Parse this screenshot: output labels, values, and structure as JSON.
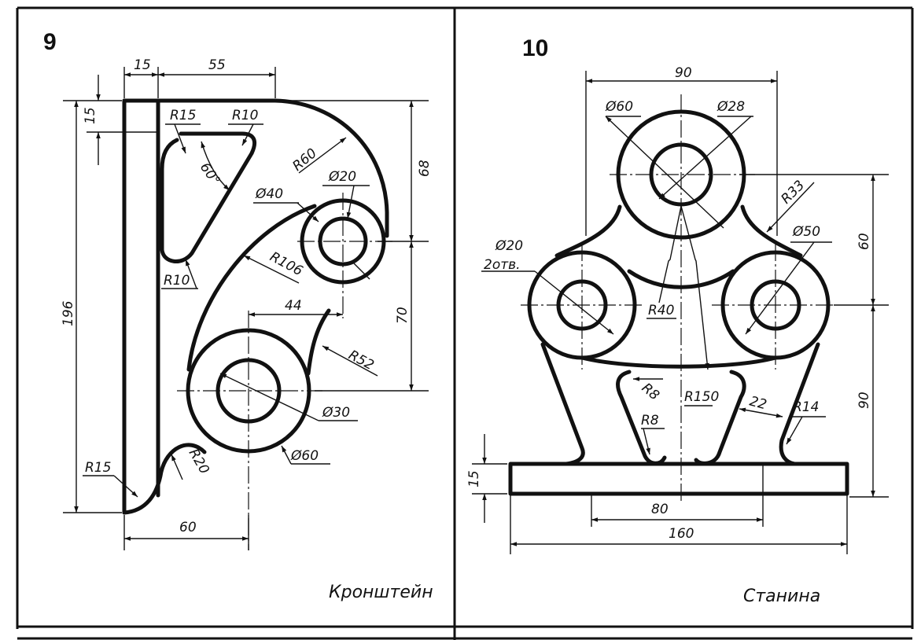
{
  "left": {
    "number": "9",
    "title": "Кронштейн",
    "dims": {
      "d15top": "15",
      "d55": "55",
      "d15side": "15",
      "d196": "196",
      "r15a": "R15",
      "r10a": "R10",
      "a60": "60°",
      "r60": "R60",
      "d68": "68",
      "o20": "Ø20",
      "o40": "Ø40",
      "r10b": "R10",
      "r106": "R106",
      "d44": "44",
      "d70": "70",
      "r52": "R52",
      "o30": "Ø30",
      "o60": "Ø60",
      "r20": "R20",
      "r15b": "R15",
      "d60": "60"
    }
  },
  "right": {
    "number": "10",
    "title": "Станина",
    "dims": {
      "d90top": "90",
      "o60": "Ø60",
      "o28": "Ø28",
      "r33": "R33",
      "d60": "60",
      "o20": "Ø20",
      "holes": "2отв.",
      "o50": "Ø50",
      "r40": "R40",
      "d90side": "90",
      "r8a": "R8",
      "r150": "R150",
      "d22": "22",
      "r14": "R14",
      "r8b": "R8",
      "d15": "15",
      "d80": "80",
      "d160": "160"
    }
  }
}
